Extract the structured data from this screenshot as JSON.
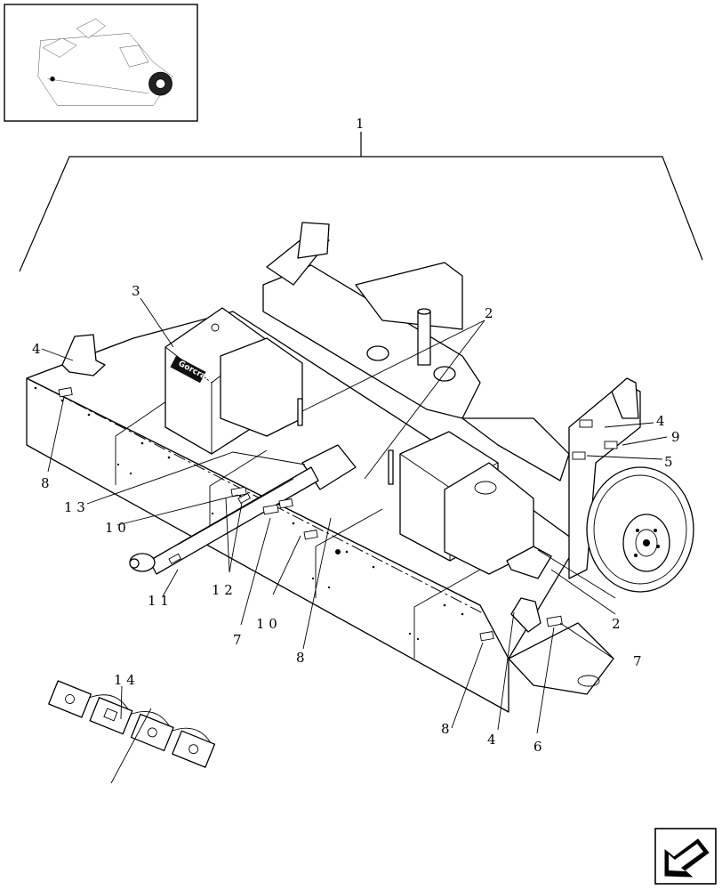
{
  "callouts": [
    {
      "id": "c1",
      "label": "1"
    },
    {
      "id": "c2a",
      "label": "2"
    },
    {
      "id": "c2b",
      "label": "2"
    },
    {
      "id": "c3",
      "label": "3"
    },
    {
      "id": "c4a",
      "label": "4"
    },
    {
      "id": "c4b",
      "label": "4"
    },
    {
      "id": "c4c",
      "label": "4"
    },
    {
      "id": "c5",
      "label": "5"
    },
    {
      "id": "c6",
      "label": "6"
    },
    {
      "id": "c7a",
      "label": "7"
    },
    {
      "id": "c7b",
      "label": "7"
    },
    {
      "id": "c8a",
      "label": "8"
    },
    {
      "id": "c8b",
      "label": "8"
    },
    {
      "id": "c8c",
      "label": "8"
    },
    {
      "id": "c9",
      "label": "9"
    },
    {
      "id": "c10a",
      "label": "1 0"
    },
    {
      "id": "c10b",
      "label": "1 0"
    },
    {
      "id": "c11",
      "label": "1 1"
    },
    {
      "id": "c12",
      "label": "1 2"
    },
    {
      "id": "c13",
      "label": "1 3"
    },
    {
      "id": "c14",
      "label": "1 4"
    }
  ],
  "deck_logo": "Gorcraft",
  "icons": {
    "navigation": "back-arrow-icon"
  }
}
